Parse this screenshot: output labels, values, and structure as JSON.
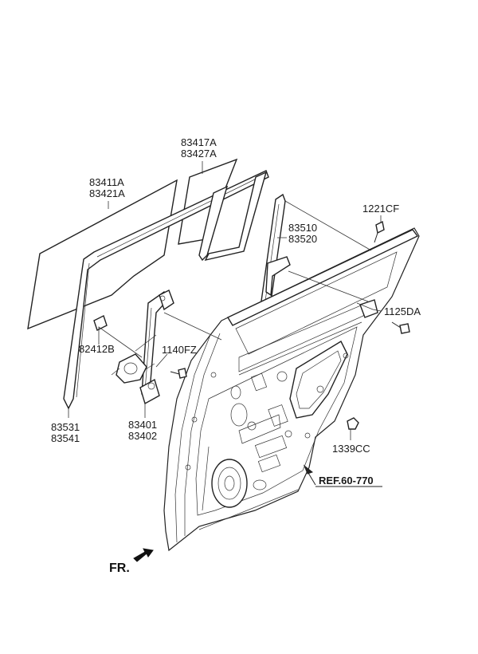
{
  "labels": {
    "glass_quarter": [
      "83417A",
      "83427A"
    ],
    "glass_main": [
      "83411A",
      "83421A"
    ],
    "bolt_top": "1221CF",
    "channel_rear": [
      "83510",
      "83520"
    ],
    "bolt_right": "1125DA",
    "motor": "82412B",
    "bolt_regulator": "1140FZ",
    "channel_front": [
      "83531",
      "83541"
    ],
    "regulator": [
      "83401",
      "83402"
    ],
    "nut": "1339CC",
    "reference": "REF.60-770",
    "direction": "FR."
  }
}
